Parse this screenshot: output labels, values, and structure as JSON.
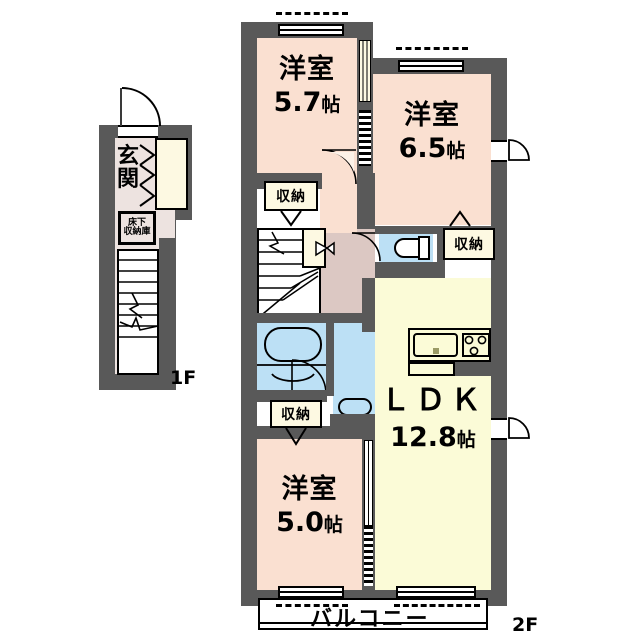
{
  "plan": {
    "title": "2F Apartment Floor Plan",
    "floor_labels": [
      {
        "name": "first-floor-label",
        "text": "1F"
      },
      {
        "name": "second-floor-label",
        "text": "2F"
      }
    ],
    "rooms": [
      {
        "id": "washitsu_top_left",
        "name": "洋室",
        "size": "5.7",
        "unit": "帖",
        "color": "#FAE0D1"
      },
      {
        "id": "washitsu_top_right",
        "name": "洋室",
        "size": "6.5",
        "unit": "帖",
        "color": "#FAE0D1"
      },
      {
        "id": "washitsu_bottom",
        "name": "洋室",
        "size": "5.0",
        "unit": "帖",
        "color": "#FAE0D1"
      },
      {
        "id": "ldk",
        "name": "ＬＤＫ",
        "size": "12.8",
        "unit": "帖",
        "color": "#FBFBD7"
      }
    ],
    "closets": [
      {
        "id": "closet_top_left",
        "label": "収納"
      },
      {
        "id": "closet_right",
        "label": "収納"
      },
      {
        "id": "closet_bottom",
        "label": "収納"
      }
    ],
    "genkan": {
      "label_line1": "玄",
      "label_line2": "関"
    },
    "under_floor_storage": {
      "line1": "床下",
      "line2": "収納庫"
    },
    "balcony": {
      "label": "バルコニー"
    },
    "colors": {
      "bedroom": "#FAE0D1",
      "ldk": "#FBFBD7",
      "hallway": "#DCC8C3",
      "water": "#BCE0F5",
      "closet": "#FDF9E2",
      "wall": "#595959",
      "outline": "#000000",
      "genkan_floor": "#EDE3E0",
      "background": "#FFFFFF"
    }
  }
}
